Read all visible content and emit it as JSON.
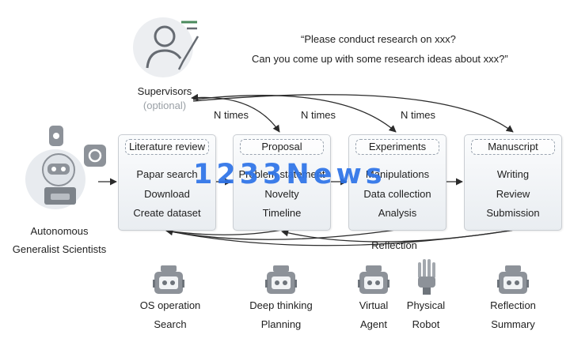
{
  "prompt": {
    "line1": "“Please conduct research on xxx?",
    "line2": "Can you come up with some research ideas about xxx?”"
  },
  "supervisors": {
    "label": "Supervisors",
    "note": "(optional)"
  },
  "scientist": {
    "line1": "Autonomous",
    "line2": "Generalist Scientists"
  },
  "loop_labels": [
    "N times",
    "N times",
    "N times"
  ],
  "reflection_label": "Reflection",
  "stages": [
    {
      "title": "Literature review",
      "items": [
        "Papar search",
        "Download",
        "Create dataset"
      ]
    },
    {
      "title": "Proposal",
      "items": [
        "Problem statement",
        "Novelty",
        "Timeline"
      ]
    },
    {
      "title": "Experiments",
      "items": [
        "Manipulations",
        "Data collection",
        "Analysis"
      ]
    },
    {
      "title": "Manuscript",
      "items": [
        "Writing",
        "Review",
        "Submission"
      ]
    }
  ],
  "agents": [
    {
      "icon": "robot-head-icon",
      "line1": "OS operation",
      "line2": "Search"
    },
    {
      "icon": "robot-head-icon",
      "line1": "Deep thinking",
      "line2": "Planning"
    },
    {
      "icon": "robot-head-icon",
      "line1": "Virtual",
      "line2": "Agent"
    },
    {
      "icon": "robot-hand-icon",
      "line1": "Physical",
      "line2": "Robot"
    },
    {
      "icon": "robot-head-icon",
      "line1": "Reflection",
      "line2": "Summary"
    }
  ],
  "watermark": "1233News",
  "colors": {
    "stroke": "#2b2b2b",
    "box_border": "#c9cdd2",
    "watermark": "#2f74e8",
    "icon_fill": "#8d9299"
  }
}
